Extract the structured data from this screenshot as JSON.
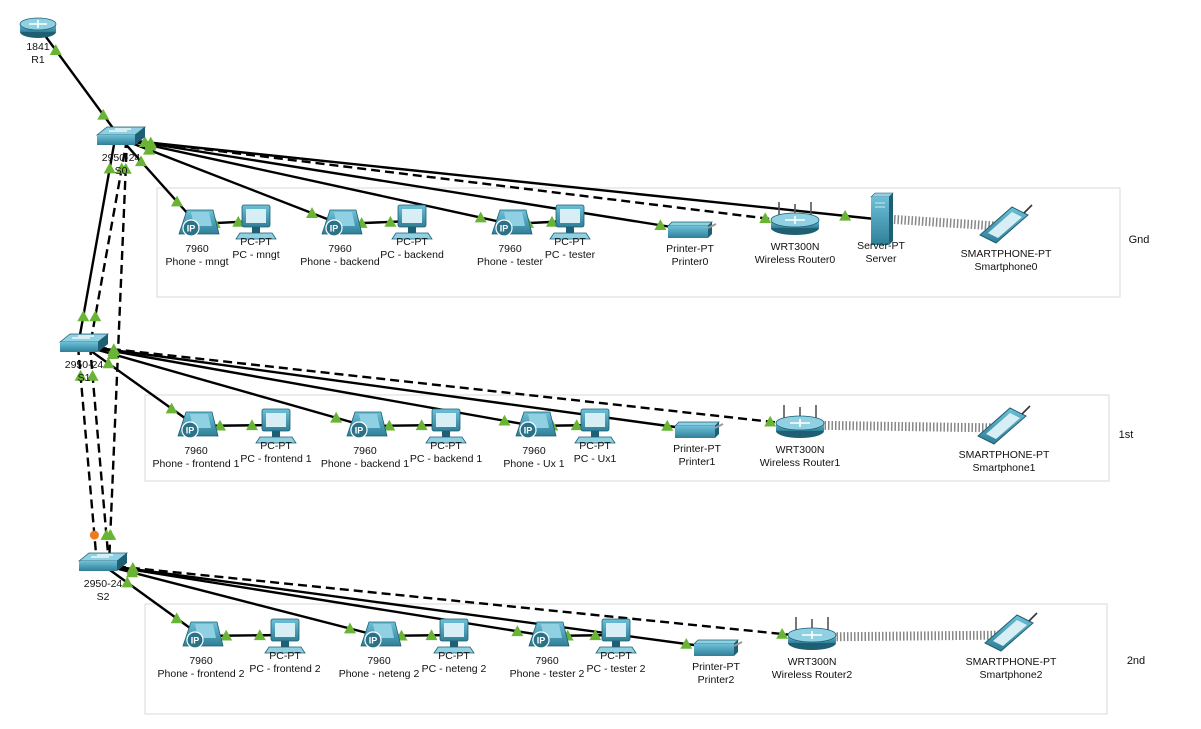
{
  "areas": [
    {
      "id": "gnd",
      "label": "Gnd"
    },
    {
      "id": "first",
      "label": "1st"
    },
    {
      "id": "second",
      "label": "2nd"
    }
  ],
  "devices": [
    {
      "id": "r1",
      "type": "router",
      "model": "1841",
      "name": "R1"
    },
    {
      "id": "s0",
      "type": "switch",
      "model": "2950-24",
      "name": "S0"
    },
    {
      "id": "s1",
      "type": "switch",
      "model": "2950-24",
      "name": "S1"
    },
    {
      "id": "s2",
      "type": "switch",
      "model": "2950-24",
      "name": "S2"
    },
    {
      "id": "ph-mngt",
      "type": "phone",
      "model": "7960",
      "name": "Phone - mngt"
    },
    {
      "id": "pc-mngt",
      "type": "pc",
      "model": "PC-PT",
      "name": "PC - mngt"
    },
    {
      "id": "ph-backend",
      "type": "phone",
      "model": "7960",
      "name": "Phone - backend"
    },
    {
      "id": "pc-backend",
      "type": "pc",
      "model": "PC-PT",
      "name": "PC - backend"
    },
    {
      "id": "ph-tester",
      "type": "phone",
      "model": "7960",
      "name": "Phone - tester"
    },
    {
      "id": "pc-tester",
      "type": "pc",
      "model": "PC-PT",
      "name": "PC - tester"
    },
    {
      "id": "printer0",
      "type": "printer",
      "model": "Printer-PT",
      "name": "Printer0"
    },
    {
      "id": "wr0",
      "type": "wireless",
      "model": "WRT300N",
      "name": "Wireless Router0"
    },
    {
      "id": "server",
      "type": "server",
      "model": "Server-PT",
      "name": "Server"
    },
    {
      "id": "sp0",
      "type": "smartphone",
      "model": "SMARTPHONE-PT",
      "name": "Smartphone0"
    },
    {
      "id": "ph-frontend1",
      "type": "phone",
      "model": "7960",
      "name": "Phone - frontend 1"
    },
    {
      "id": "pc-frontend1",
      "type": "pc",
      "model": "PC-PT",
      "name": "PC - frontend 1"
    },
    {
      "id": "ph-backend1",
      "type": "phone",
      "model": "7960",
      "name": "Phone - backend 1"
    },
    {
      "id": "pc-backend1",
      "type": "pc",
      "model": "PC-PT",
      "name": "PC - backend 1"
    },
    {
      "id": "ph-ux1",
      "type": "phone",
      "model": "7960",
      "name": "Phone - Ux 1"
    },
    {
      "id": "pc-ux1",
      "type": "pc",
      "model": "PC-PT",
      "name": "PC - Ux1"
    },
    {
      "id": "printer1",
      "type": "printer",
      "model": "Printer-PT",
      "name": "Printer1"
    },
    {
      "id": "wr1",
      "type": "wireless",
      "model": "WRT300N",
      "name": "Wireless Router1"
    },
    {
      "id": "sp1",
      "type": "smartphone",
      "model": "SMARTPHONE-PT",
      "name": "Smartphone1"
    },
    {
      "id": "ph-frontend2",
      "type": "phone",
      "model": "7960",
      "name": "Phone - frontend 2"
    },
    {
      "id": "pc-frontend2",
      "type": "pc",
      "model": "PC-PT",
      "name": "PC - frontend 2"
    },
    {
      "id": "ph-neteng2",
      "type": "phone",
      "model": "7960",
      "name": "Phone - neteng 2"
    },
    {
      "id": "pc-neteng2",
      "type": "pc",
      "model": "PC-PT",
      "name": "PC - neteng 2"
    },
    {
      "id": "ph-tester2",
      "type": "phone",
      "model": "7960",
      "name": "Phone - tester 2"
    },
    {
      "id": "pc-tester2",
      "type": "pc",
      "model": "PC-PT",
      "name": "PC - tester 2"
    },
    {
      "id": "printer2",
      "type": "printer",
      "model": "Printer-PT",
      "name": "Printer2"
    },
    {
      "id": "wr2",
      "type": "wireless",
      "model": "WRT300N",
      "name": "Wireless Router2"
    },
    {
      "id": "sp2",
      "type": "smartphone",
      "model": "SMARTPHONE-PT",
      "name": "Smartphone2"
    }
  ],
  "links": [
    {
      "from": "r1",
      "to": "s0",
      "style": "solid"
    },
    {
      "from": "s0",
      "to": "s1",
      "style": "dashed"
    },
    {
      "from": "s0",
      "to": "s1",
      "style": "solid"
    },
    {
      "from": "s0",
      "to": "s2",
      "style": "dashed"
    },
    {
      "from": "s1",
      "to": "s2",
      "style": "dashed"
    },
    {
      "from": "s1",
      "to": "s2",
      "style": "dashed"
    },
    {
      "from": "s0",
      "to": "ph-mngt",
      "style": "solid"
    },
    {
      "from": "ph-mngt",
      "to": "pc-mngt",
      "style": "solid"
    },
    {
      "from": "s0",
      "to": "ph-backend",
      "style": "solid"
    },
    {
      "from": "ph-backend",
      "to": "pc-backend",
      "style": "solid"
    },
    {
      "from": "s0",
      "to": "ph-tester",
      "style": "solid"
    },
    {
      "from": "ph-tester",
      "to": "pc-tester",
      "style": "solid"
    },
    {
      "from": "s0",
      "to": "printer0",
      "style": "solid"
    },
    {
      "from": "s0",
      "to": "wr0",
      "style": "dashed"
    },
    {
      "from": "s0",
      "to": "server",
      "style": "solid"
    },
    {
      "from": "server",
      "to": "sp0",
      "style": "wireless"
    },
    {
      "from": "s1",
      "to": "ph-frontend1",
      "style": "solid"
    },
    {
      "from": "ph-frontend1",
      "to": "pc-frontend1",
      "style": "solid"
    },
    {
      "from": "s1",
      "to": "ph-backend1",
      "style": "solid"
    },
    {
      "from": "ph-backend1",
      "to": "pc-backend1",
      "style": "solid"
    },
    {
      "from": "s1",
      "to": "ph-ux1",
      "style": "solid"
    },
    {
      "from": "ph-ux1",
      "to": "pc-ux1",
      "style": "solid"
    },
    {
      "from": "s1",
      "to": "printer1",
      "style": "solid"
    },
    {
      "from": "s1",
      "to": "wr1",
      "style": "dashed"
    },
    {
      "from": "wr1",
      "to": "sp1",
      "style": "wireless"
    },
    {
      "from": "s2",
      "to": "ph-frontend2",
      "style": "solid"
    },
    {
      "from": "ph-frontend2",
      "to": "pc-frontend2",
      "style": "solid"
    },
    {
      "from": "s2",
      "to": "ph-neteng2",
      "style": "solid"
    },
    {
      "from": "ph-neteng2",
      "to": "pc-neteng2",
      "style": "solid"
    },
    {
      "from": "s2",
      "to": "ph-tester2",
      "style": "solid"
    },
    {
      "from": "ph-tester2",
      "to": "pc-tester2",
      "style": "solid"
    },
    {
      "from": "s2",
      "to": "printer2",
      "style": "solid"
    },
    {
      "from": "s2",
      "to": "wr2",
      "style": "dashed"
    },
    {
      "from": "wr2",
      "to": "sp2",
      "style": "wireless"
    }
  ],
  "colors": {
    "device": "#3a8fa8",
    "device_dark": "#1f5f73",
    "device_light": "#8fd0e3",
    "link": "#000000",
    "port_up": "#6ab435",
    "port_pending": "#f07a1e",
    "area_border": "#d9d9d9"
  }
}
